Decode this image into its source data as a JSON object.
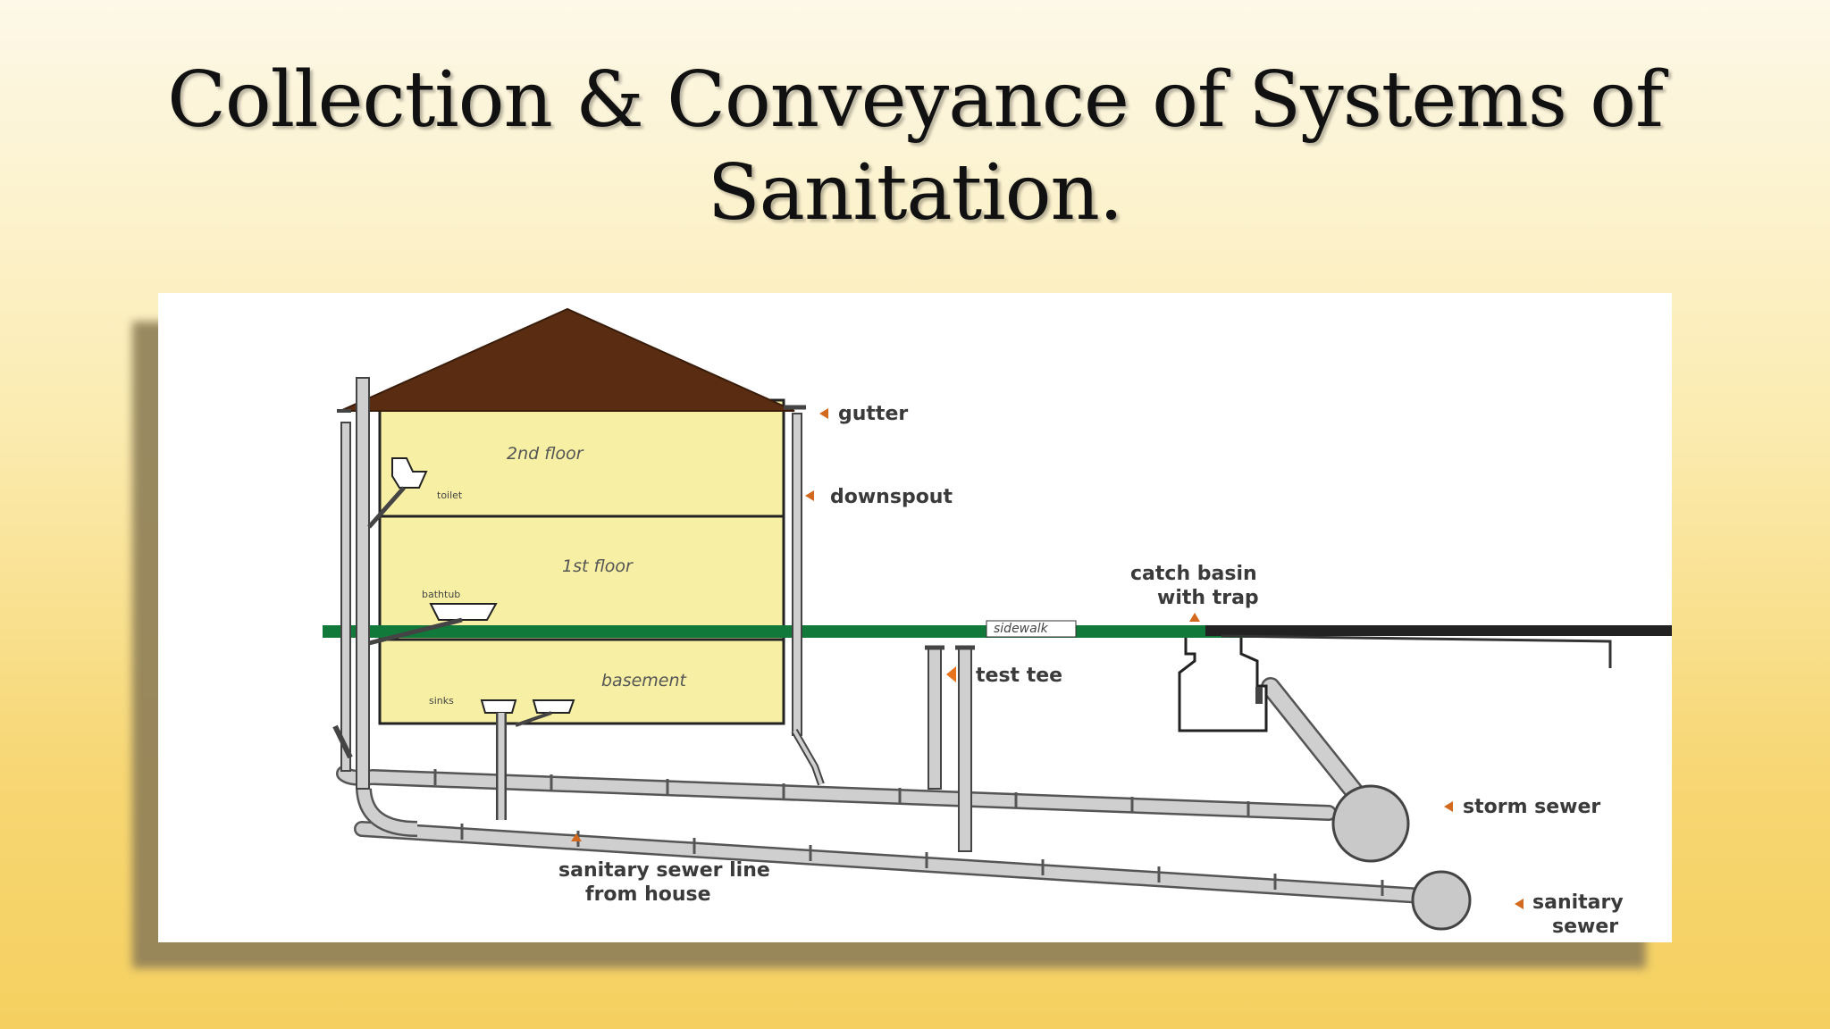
{
  "slide": {
    "title_line1": "Collection & Conveyance of Systems of",
    "title_line2": "Sanitation."
  },
  "diagram": {
    "labels": {
      "gutter": "gutter",
      "downspout": "downspout",
      "second_floor": "2nd floor",
      "first_floor": "1st floor",
      "basement": "basement",
      "toilet": "toilet",
      "bathtub": "bathtub",
      "sinks": "sinks",
      "sidewalk": "sidewalk",
      "catch_basin_line1": "catch basin",
      "catch_basin_line2": "with trap",
      "test_tee": "test tee",
      "storm_sewer": "storm sewer",
      "sanitary_sewer_line_line1": "sanitary sewer line",
      "sanitary_sewer_line_line2": "from house",
      "sanitary_sewer_line1": "sanitary",
      "sanitary_sewer_line2": "sewer"
    },
    "colors": {
      "roof": "#5a2d12",
      "house_wall": "#f7f0a4",
      "ground": "#117a3a",
      "pipe": "#c9c9c9",
      "arrow": "#d2691e",
      "test_tee_marker": "#e8731e"
    }
  }
}
